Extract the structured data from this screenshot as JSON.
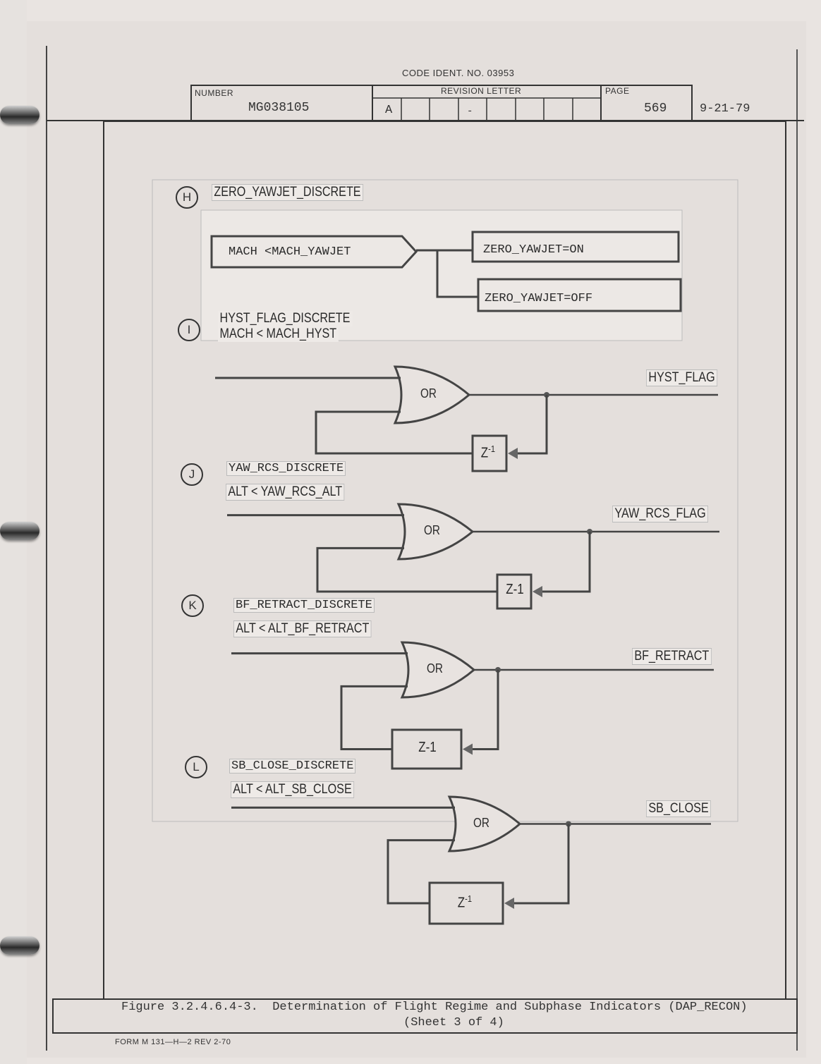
{
  "header": {
    "code_ident": "CODE IDENT. NO. 03953",
    "number_label": "NUMBER",
    "number_value": "MG038105",
    "revision_label": "REVISION LETTER",
    "revision_cells": [
      "A",
      "",
      "",
      "-",
      "",
      "",
      "",
      ""
    ],
    "page_label": "PAGE",
    "page_value": "569",
    "date": "9-21-79"
  },
  "sections": [
    {
      "marker": "H",
      "title": "ZERO_YAWJET_DISCRETE",
      "condition": "MACH <MACH_YAWJET",
      "true_branch": "ZERO_YAWJET=ON",
      "false_branch": "ZERO_YAWJET=OFF"
    },
    {
      "marker": "I",
      "title": "HYST_FLAG_DISCRETE",
      "condition": "MACH  <  MACH_HYST",
      "gate": "OR",
      "delay": "Z",
      "delay_exp": "-1",
      "output": "HYST_FLAG"
    },
    {
      "marker": "J",
      "title": "YAW_RCS_DISCRETE",
      "condition": "ALT < YAW_RCS_ALT",
      "gate": "OR",
      "delay": "Z-1",
      "output": "YAW_RCS_FLAG"
    },
    {
      "marker": "K",
      "title": "BF_RETRACT_DISCRETE",
      "condition": "ALT < ALT_BF_RETRACT",
      "gate": "OR",
      "delay": "Z-1",
      "output": "BF_RETRACT"
    },
    {
      "marker": "L",
      "title": "SB_CLOSE_DISCRETE",
      "condition": "ALT < ALT_SB_CLOSE",
      "gate": "OR",
      "delay": "Z",
      "delay_exp": "-1",
      "output": "SB_CLOSE"
    }
  ],
  "caption": {
    "line1": "Figure 3.2.4.6.4-3.  Determination of Flight Regime and Subphase Indicators (DAP_RECON)",
    "line2": "(Sheet 3 of 4)"
  },
  "footer": {
    "form": "FORM M 131—H—2 REV 2-70"
  }
}
